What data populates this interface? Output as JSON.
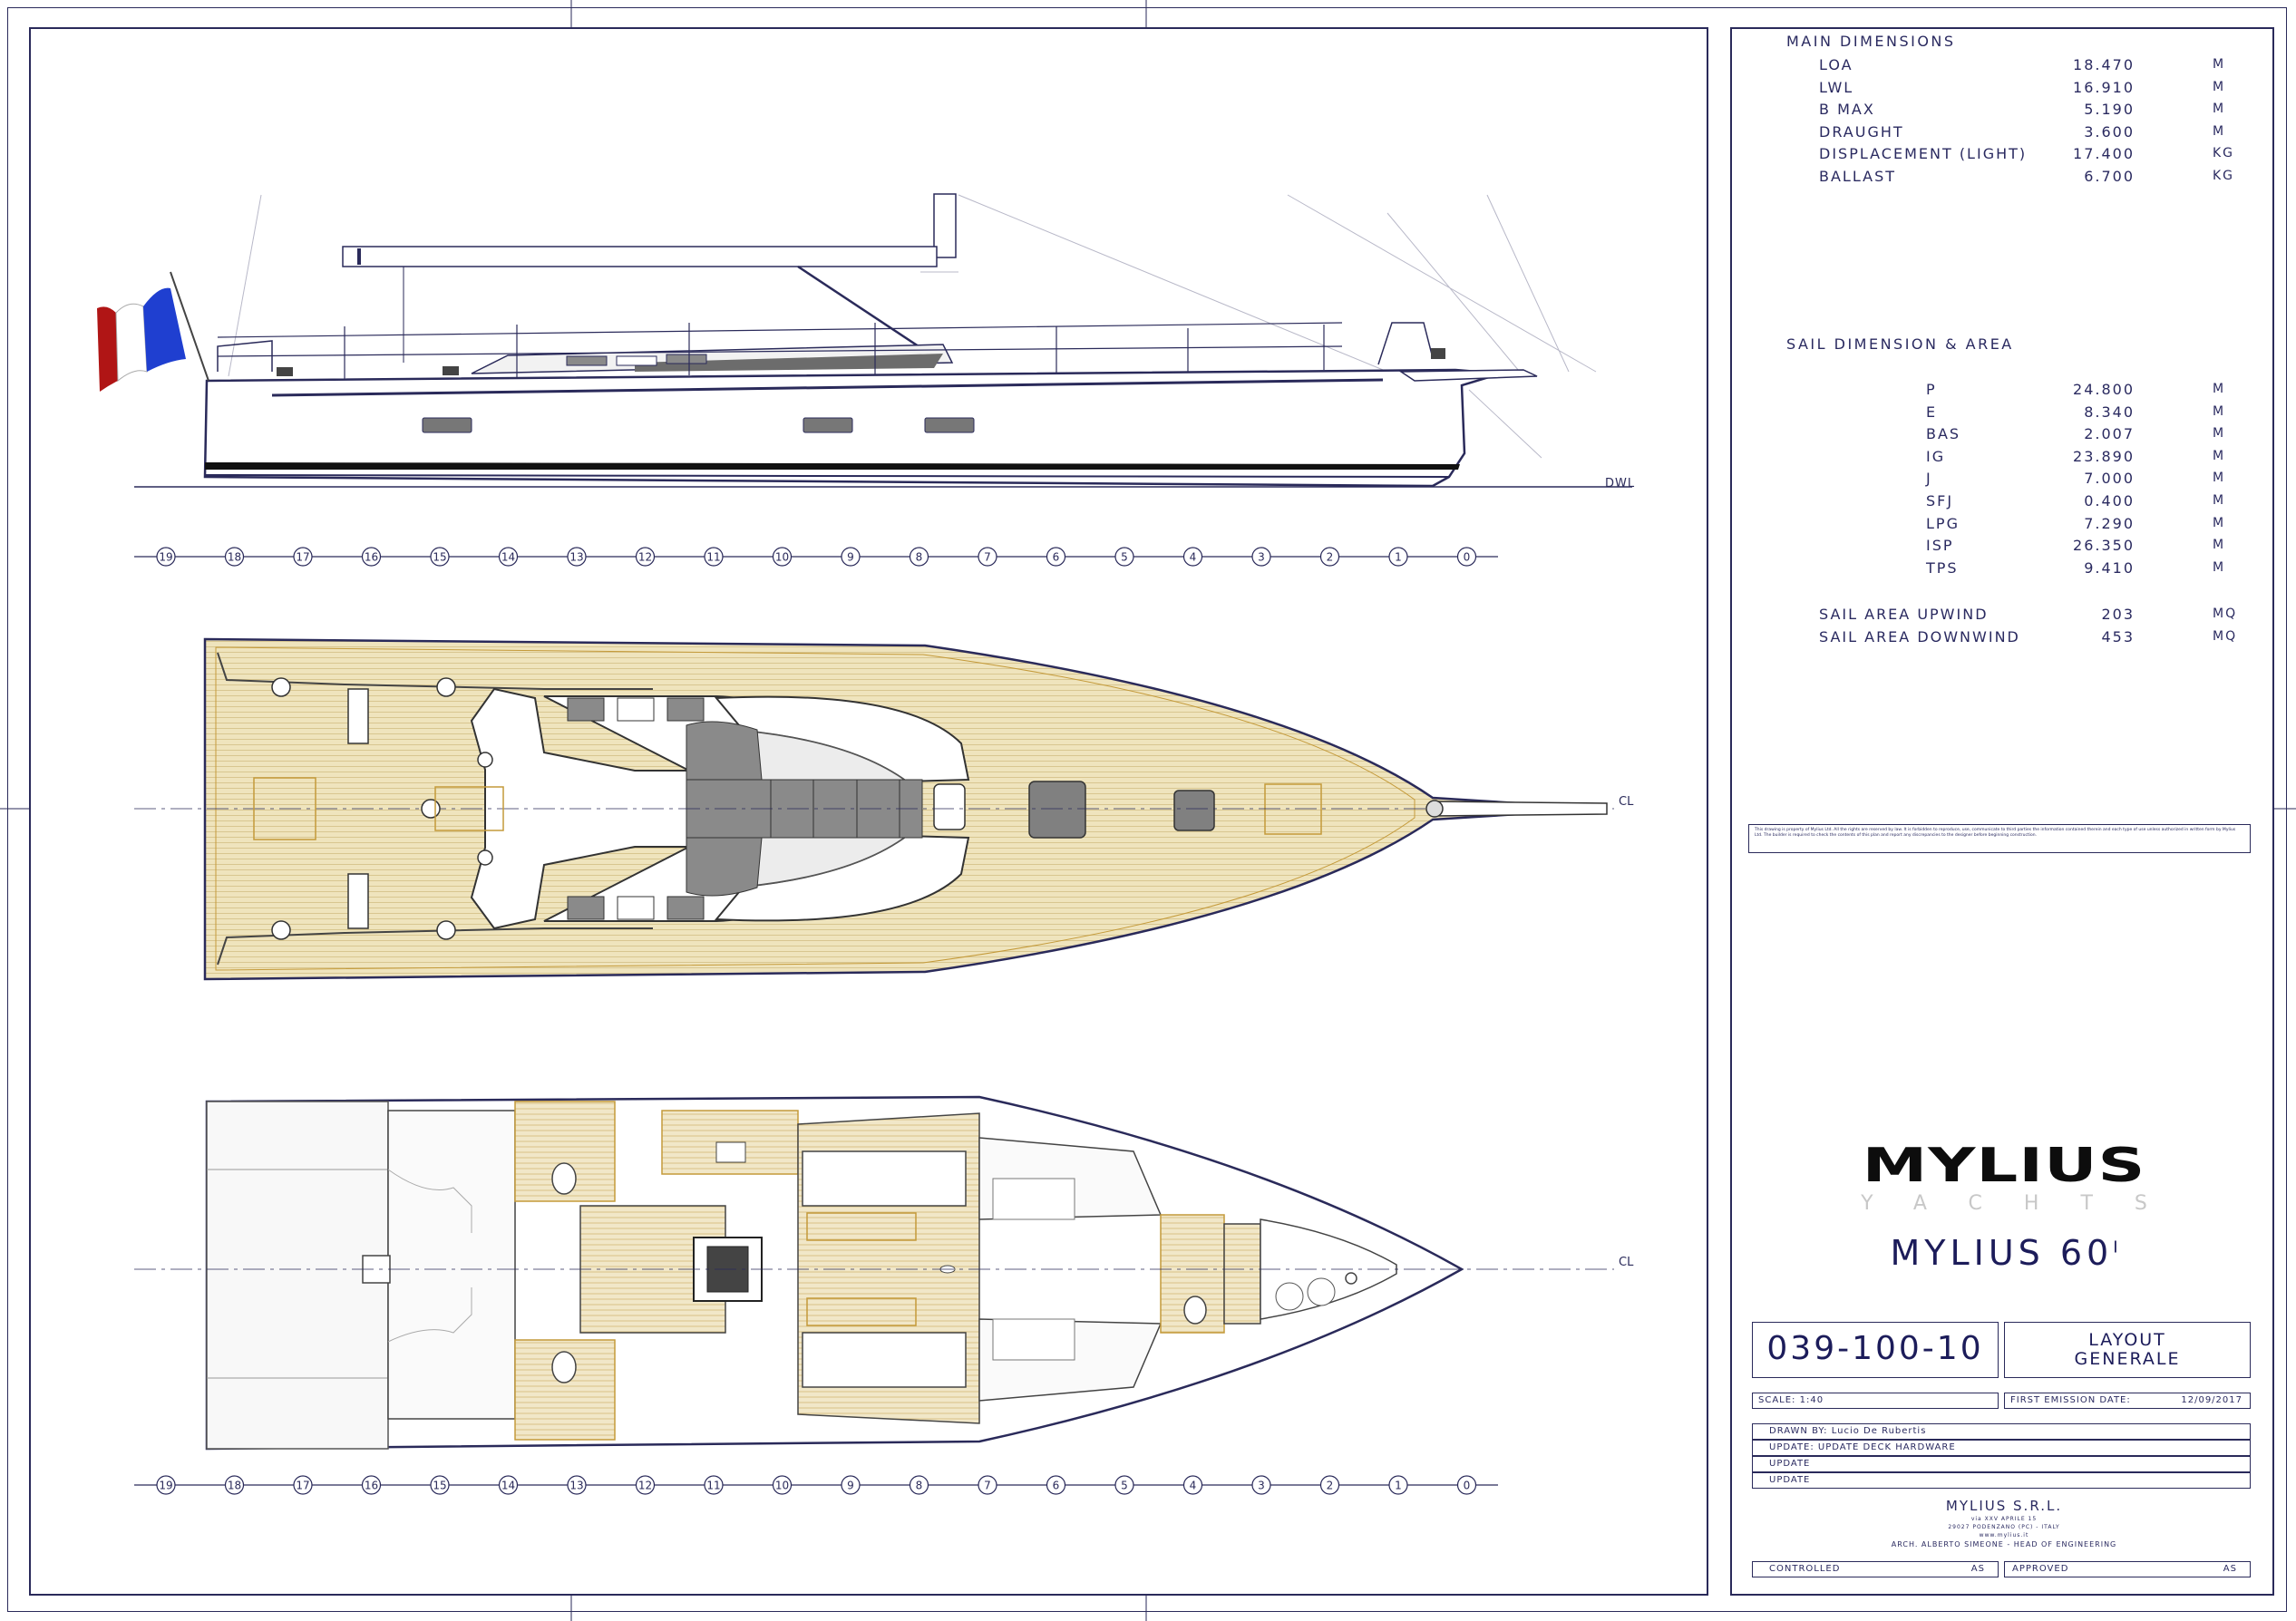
{
  "main_dimensions": {
    "title": "MAIN DIMENSIONS",
    "rows": [
      {
        "label": "LOA",
        "value": "18.470",
        "unit": "M"
      },
      {
        "label": "LWL",
        "value": "16.910",
        "unit": "M"
      },
      {
        "label": "B MAX",
        "value": "5.190",
        "unit": "M"
      },
      {
        "label": "DRAUGHT",
        "value": "3.600",
        "unit": "M"
      },
      {
        "label": "DISPLACEMENT (LIGHT)",
        "value": "17.400",
        "unit": "KG"
      },
      {
        "label": "BALLAST",
        "value": "6.700",
        "unit": "KG"
      }
    ]
  },
  "sail_dimensions": {
    "title": "SAIL DIMENSION & AREA",
    "rows": [
      {
        "label": "P",
        "value": "24.800",
        "unit": "M"
      },
      {
        "label": "E",
        "value": "8.340",
        "unit": "M"
      },
      {
        "label": "BAS",
        "value": "2.007",
        "unit": "M"
      },
      {
        "label": "IG",
        "value": "23.890",
        "unit": "M"
      },
      {
        "label": "J",
        "value": "7.000",
        "unit": "M"
      },
      {
        "label": "SFJ",
        "value": "0.400",
        "unit": "M"
      },
      {
        "label": "LPG",
        "value": "7.290",
        "unit": "M"
      },
      {
        "label": "ISP",
        "value": "26.350",
        "unit": "M"
      },
      {
        "label": "TPS",
        "value": "9.410",
        "unit": "M"
      }
    ],
    "areas": [
      {
        "label": "SAIL AREA UPWIND",
        "value": "203",
        "unit": "MQ"
      },
      {
        "label": "SAIL AREA DOWNWIND",
        "value": "453",
        "unit": "MQ"
      }
    ]
  },
  "disclaimer": "This drawing is property of Mylius Ltd. All the rights are reserved by law. It is forbidden to reproduce, use, communicate to third parties the information contained therein and each type of use unless authorized in written form by Mylius Ltd. The builder is required to check the contents of this plan and report any discrepancies to the designer before beginning construction.",
  "brand": {
    "logo": "MYLIUS",
    "logo_sub": "YACHTS",
    "model": "MYLIUS 60",
    "model_sup": "I"
  },
  "title_block": {
    "drawing_number": "039-100-10",
    "drawing_title_1": "LAYOUT",
    "drawing_title_2": "GENERALE",
    "scale": "SCALE: 1:40",
    "first_emission_label": "FIRST EMISSION DATE:",
    "first_emission_date": "12/09/2017",
    "drawn_by": "DRAWN BY:  Lucio De Rubertis",
    "update_1": "UPDATE:  UPDATE DECK HARDWARE",
    "update_2": "UPDATE",
    "update_3": "UPDATE",
    "company": "MYLIUS S.R.L.",
    "address_1": "via XXV APRILE 15",
    "address_2": "29027 PODENZANO (PC) - ITALY",
    "website": "www.mylius.it",
    "head_of_engineering": "ARCH. ALBERTO SIMEONE - HEAD OF ENGINEERING",
    "controlled_label": "CONTROLLED",
    "controlled_by": "AS",
    "approved_label": "APPROVED",
    "approved_by": "AS"
  },
  "drawing_labels": {
    "waterline": "DWL",
    "centerline": "CL",
    "stations": [
      "19",
      "18",
      "17",
      "16",
      "15",
      "14",
      "13",
      "12",
      "11",
      "10",
      "9",
      "8",
      "7",
      "6",
      "5",
      "4",
      "3",
      "2",
      "1",
      "0"
    ]
  },
  "colors": {
    "ink": "#2a2a5a",
    "teak": "#e9dcaf",
    "teak_line": "#c49a3a",
    "cushion": "#8a8a8a",
    "flag_blue": "#1f3fd0",
    "flag_red": "#b01515"
  }
}
